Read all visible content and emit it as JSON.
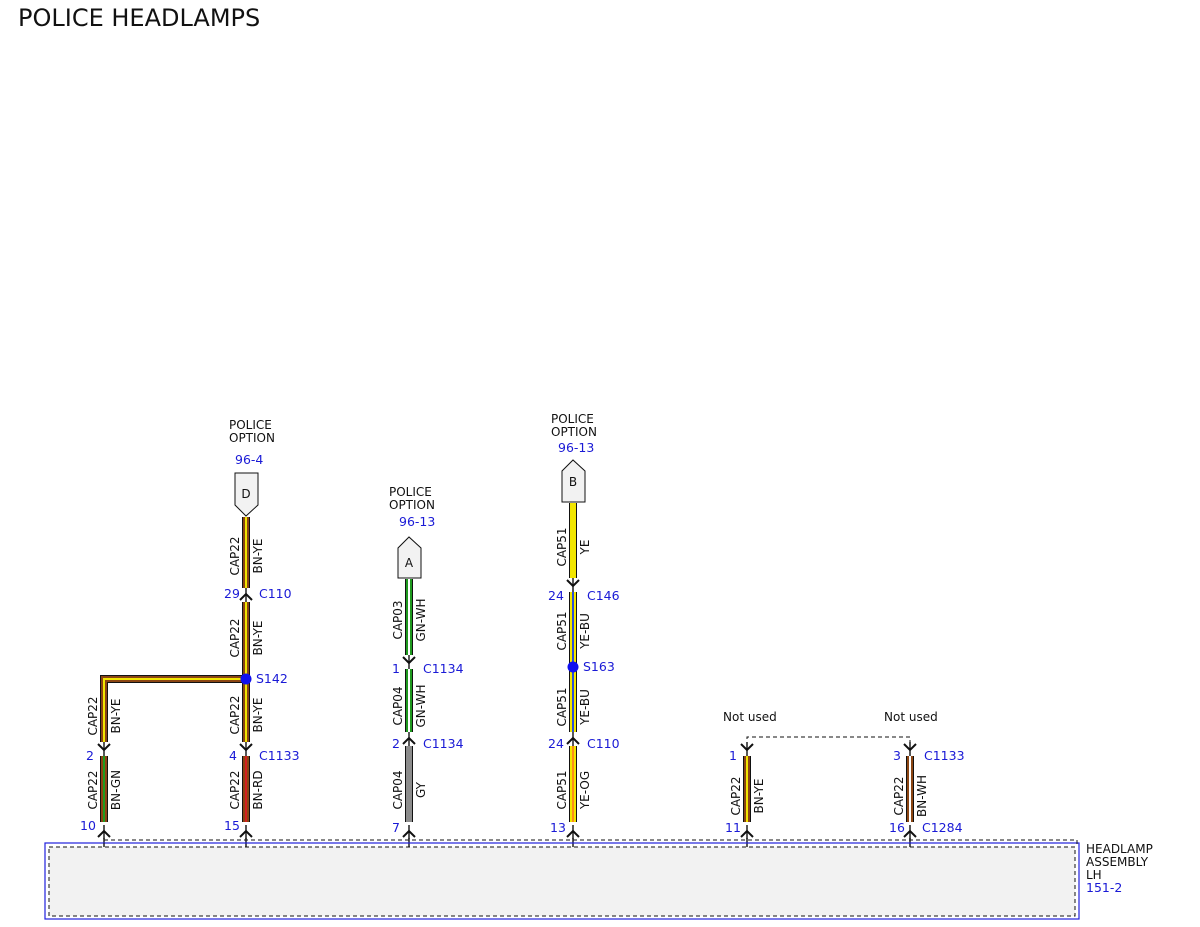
{
  "title": "POLICE HEADLAMPS",
  "colors": {
    "connector_blue": "#1a1ad6",
    "splice_blue": "#1010ee",
    "BN": "#8b4513",
    "YE": "#f2e600",
    "GN": "#1f9a1f",
    "WH": "#ffffff",
    "RD": "#d42020",
    "GY": "#8c8c8c",
    "BU": "#2b4fd8",
    "OG": "#ff8c1a"
  },
  "references": [
    {
      "line1": "POLICE",
      "line2": "OPTION",
      "page": "96-4",
      "letter": "D"
    },
    {
      "line1": "POLICE",
      "line2": "OPTION",
      "page": "96-13",
      "letter": "A"
    },
    {
      "line1": "POLICE",
      "line2": "OPTION",
      "page": "96-13",
      "letter": "B"
    }
  ],
  "wires": [
    {
      "circuit": "CAP22",
      "color": "BN-YE"
    },
    {
      "circuit": "CAP22",
      "color": "BN-YE"
    },
    {
      "circuit": "CAP22",
      "color": "BN-YE"
    },
    {
      "circuit": "CAP22",
      "color": "BN-RD"
    },
    {
      "circuit": "CAP22",
      "color": "BN-YE"
    },
    {
      "circuit": "CAP22",
      "color": "BN-GN"
    },
    {
      "circuit": "CAP03",
      "color": "GN-WH"
    },
    {
      "circuit": "CAP04",
      "color": "GN-WH"
    },
    {
      "circuit": "CAP04",
      "color": "GY"
    },
    {
      "circuit": "CAP51",
      "color": "YE"
    },
    {
      "circuit": "CAP51",
      "color": "YE-BU"
    },
    {
      "circuit": "CAP51",
      "color": "YE-BU"
    },
    {
      "circuit": "CAP51",
      "color": "YE-OG"
    },
    {
      "circuit": "CAP22",
      "color": "BN-YE"
    },
    {
      "circuit": "CAP22",
      "color": "BN-WH"
    }
  ],
  "connectors": [
    {
      "pin": "29",
      "name": "C110"
    },
    {
      "pin": "4",
      "name": "C1133"
    },
    {
      "pin": "2",
      "name": ""
    },
    {
      "pin": "1",
      "name": "C1134"
    },
    {
      "pin": "2",
      "name": "C1134"
    },
    {
      "pin": "24",
      "name": "C146"
    },
    {
      "pin": "24",
      "name": "C110"
    },
    {
      "pin": "1",
      "name": ""
    },
    {
      "pin": "3",
      "name": "C1133"
    }
  ],
  "splices": [
    {
      "name": "S142"
    },
    {
      "name": "S163"
    }
  ],
  "headlamp_pins": [
    {
      "pin": "10"
    },
    {
      "pin": "15"
    },
    {
      "pin": "7"
    },
    {
      "pin": "13"
    },
    {
      "pin": "11"
    },
    {
      "pin": "16",
      "name": "C1284"
    }
  ],
  "not_used": [
    "Not used",
    "Not used"
  ],
  "component": {
    "line1": "HEADLAMP",
    "line2": "ASSEMBLY",
    "line3": "LH",
    "page": "151-2"
  }
}
